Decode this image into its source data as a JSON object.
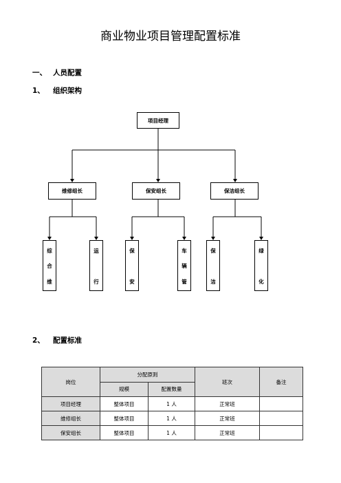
{
  "doc_title": "商业物业项目管理配置标准",
  "section1": {
    "num": "一、",
    "label": "人员配置"
  },
  "sub1": {
    "num": "1、",
    "label": "组织架构"
  },
  "org": {
    "top": "项目经理",
    "leaders": [
      "维修组长",
      "保安组长",
      "保洁组长"
    ],
    "staff": [
      [
        "综",
        "合",
        "维"
      ],
      [
        "运",
        "行"
      ],
      [
        "保",
        "安"
      ],
      [
        "车",
        "辆",
        "管"
      ],
      [
        "保",
        "洁"
      ],
      [
        "绿",
        "化"
      ]
    ]
  },
  "sub2": {
    "num": "2、",
    "label": "配置标准"
  },
  "table": {
    "col_post": "岗位",
    "col_principle": "分配原则",
    "col_scale": "规模",
    "col_count": "配置数量",
    "col_shift": "班次",
    "col_note": "备注",
    "rows": [
      {
        "post": "项目经理",
        "scale": "整体项目",
        "count": "1 人",
        "shift": "正常班",
        "note": ""
      },
      {
        "post": "维修组长",
        "scale": "整体项目",
        "count": "1 人",
        "shift": "正常班",
        "note": ""
      },
      {
        "post": "保安组长",
        "scale": "整体项目",
        "count": "1 人",
        "shift": "正常班",
        "note": ""
      }
    ]
  }
}
